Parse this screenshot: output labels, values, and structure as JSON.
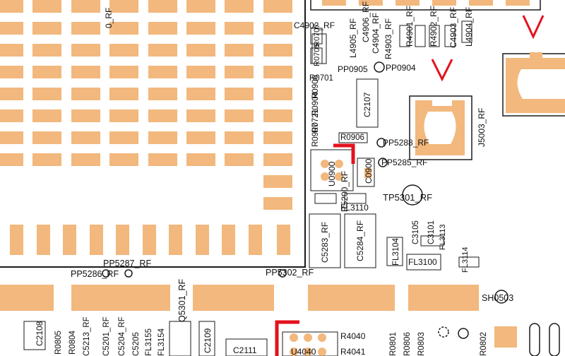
{
  "colors": {
    "pad": "#f2b87d",
    "line": "#1a1a1a",
    "mark": "#e3121d",
    "bg": "#ffffff"
  },
  "labels": {
    "r0_rf": "0_RF",
    "c4902_rf": "C4902_RF",
    "l4905_rf": "L4905_RF",
    "c4906_rf": "C4906_RF",
    "r4903_rf": "R4903_RF",
    "r4901_rf": "R4901_RF",
    "r4902_rf": "R4902_RF",
    "c4903_rf": "C4903_RF",
    "l4904_rf": "L4904_RF",
    "c4904_rf": "C4904_RF",
    "r0707": "R0707",
    "r0705": "R0705",
    "pp0905": "PP0905",
    "pp0904": "PP0904",
    "r0701": "R0701",
    "r0906": "R0906",
    "r0904": "R0904",
    "r0721": "R0721",
    "r0907": "R0907",
    "r0906b": "R0906",
    "c2107": "C2107",
    "j5003_rf": "J5003_RF",
    "pp5288_rf": "PP5288_RF",
    "pp5285_rf": "PP5285_RF",
    "u0900": "U0900",
    "c0900": "C0900",
    "r5200_rf": "R5200_RF",
    "tp5301_rf": "TP5301_RF",
    "fl3110": "FL3110",
    "c5283_rf": "C5283_RF",
    "c5284_rf": "C5284_RF",
    "c3105": "C3105",
    "c3101": "C3101",
    "fl3113": "FL3113",
    "fl3104": "FL3104",
    "fl3100": "FL3100",
    "fl3114": "FL3114",
    "pp5287_rf": "PP5287_RF",
    "pp5286_rf": "PP5286_RF",
    "pp5302_rf": "PP5302_RF",
    "q5301_rf": "Q5301_RF",
    "sh0503": "SH0503",
    "c2108": "C2108",
    "r0805": "R0805",
    "r0804": "R0804",
    "c5213_rf": "C5213_RF",
    "c5201_rf": "C5201_RF",
    "c5204_rf": "C5204_RF",
    "c5205": "C5205",
    "fl3155": "FL3155",
    "fl3154": "FL3154",
    "c2109": "C2109",
    "c2111": "C2111",
    "u4040": "U4040",
    "r4040": "R4040",
    "r4041": "R4041",
    "r0801": "R0801",
    "r0806": "R0806",
    "r0803": "R0803",
    "r0802": "R0802"
  }
}
